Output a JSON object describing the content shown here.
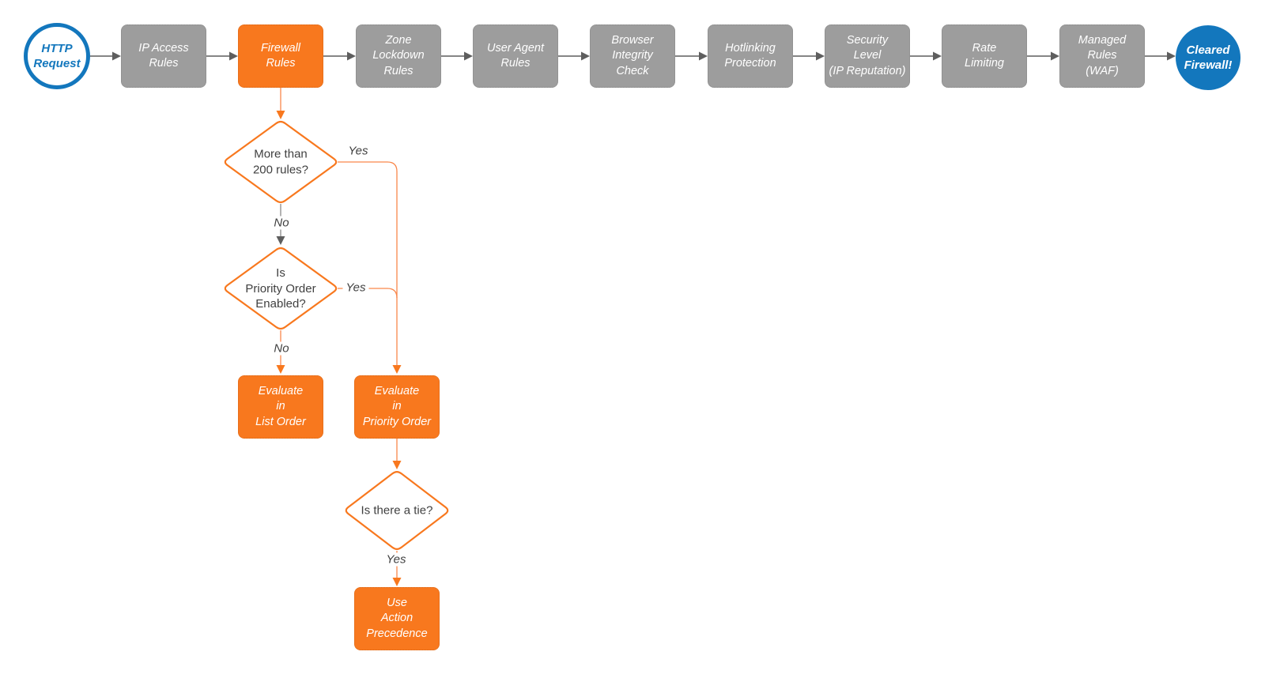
{
  "flowchart": {
    "start": {
      "label": "HTTP\nRequest"
    },
    "end": {
      "label": "Cleared\nFirewall!"
    },
    "pipeline": [
      {
        "label": "IP Access\nRules",
        "highlight": false
      },
      {
        "label": "Firewall\nRules",
        "highlight": true
      },
      {
        "label": "Zone\nLockdown\nRules",
        "highlight": false
      },
      {
        "label": "User Agent\nRules",
        "highlight": false
      },
      {
        "label": "Browser\nIntegrity\nCheck",
        "highlight": false
      },
      {
        "label": "Hotlinking\nProtection",
        "highlight": false
      },
      {
        "label": "Security\nLevel\n(IP Reputation)",
        "highlight": false
      },
      {
        "label": "Rate\nLimiting",
        "highlight": false
      },
      {
        "label": "Managed\nRules\n(WAF)",
        "highlight": false
      }
    ],
    "decisions": [
      {
        "label": "More than\n200 rules?",
        "yes": "Yes",
        "no": "No"
      },
      {
        "label": "Is\nPriority Order\nEnabled?",
        "yes": "Yes",
        "no": "No"
      },
      {
        "label": "Is there a tie?",
        "yes": "Yes"
      }
    ],
    "actions": [
      {
        "label": "Evaluate\nin\nList Order"
      },
      {
        "label": "Evaluate\nin\nPriority Order"
      },
      {
        "label": "Use\nAction\nPrecedence"
      }
    ],
    "colors": {
      "blue": "#1377BD",
      "orange": "#F8781E",
      "orange_line": "#F9874B",
      "gray": "#9D9D9D",
      "gray_line": "#5E5E5E",
      "gray_branch": "#8A8A8A",
      "text_dark": "#3F3F3F"
    }
  }
}
